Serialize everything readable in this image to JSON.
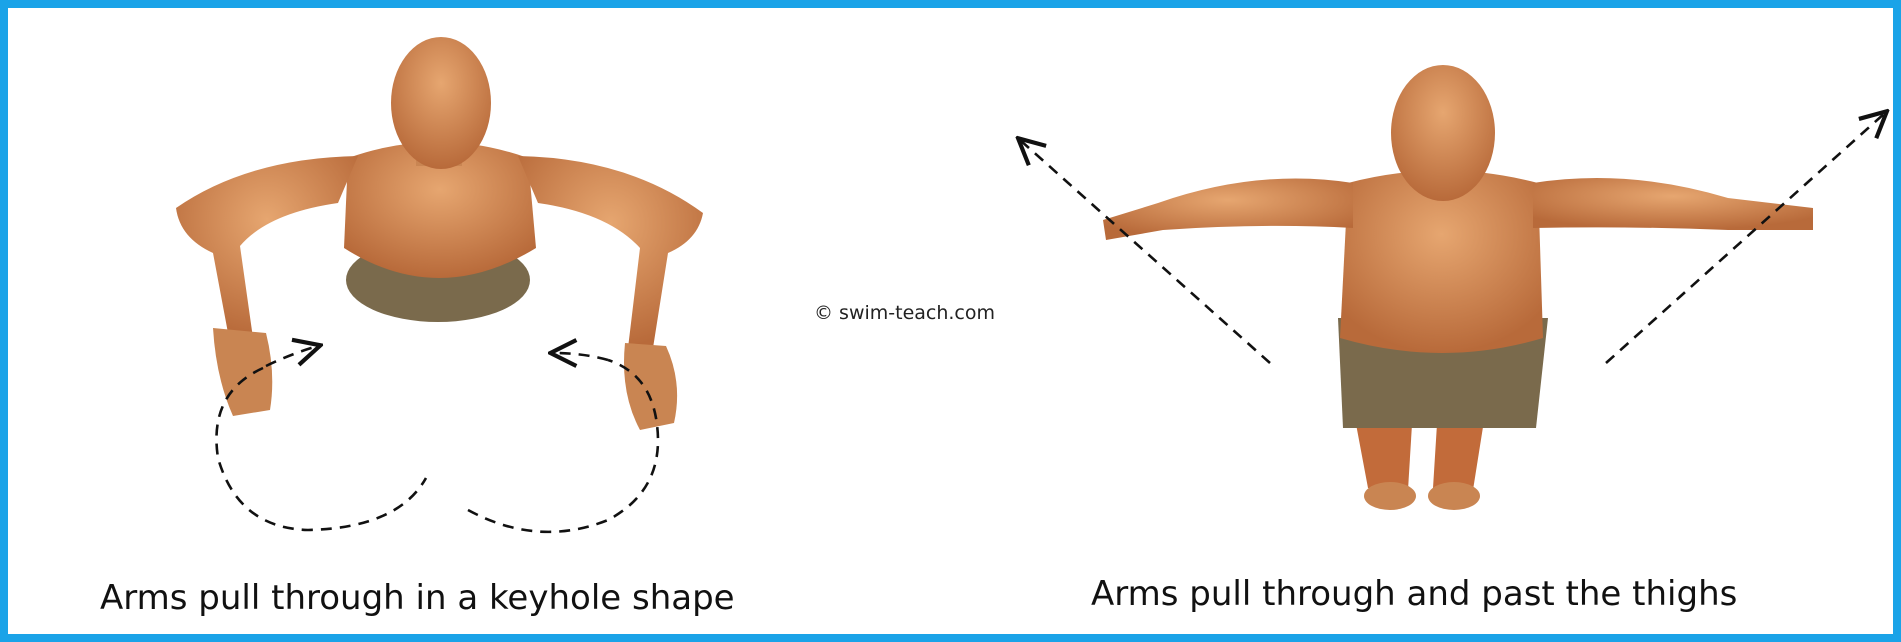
{
  "panels": [
    {
      "caption": "Arms pull through in a keyhole shape"
    },
    {
      "caption": "Arms pull through and past the thighs"
    }
  ],
  "credit": "© swim-teach.com",
  "colors": {
    "frame": "#1aa3e8",
    "skin": "#d9915a",
    "skin_shadow": "#b8693a",
    "shorts": "#7a6a4c",
    "arrow": "#111111"
  }
}
